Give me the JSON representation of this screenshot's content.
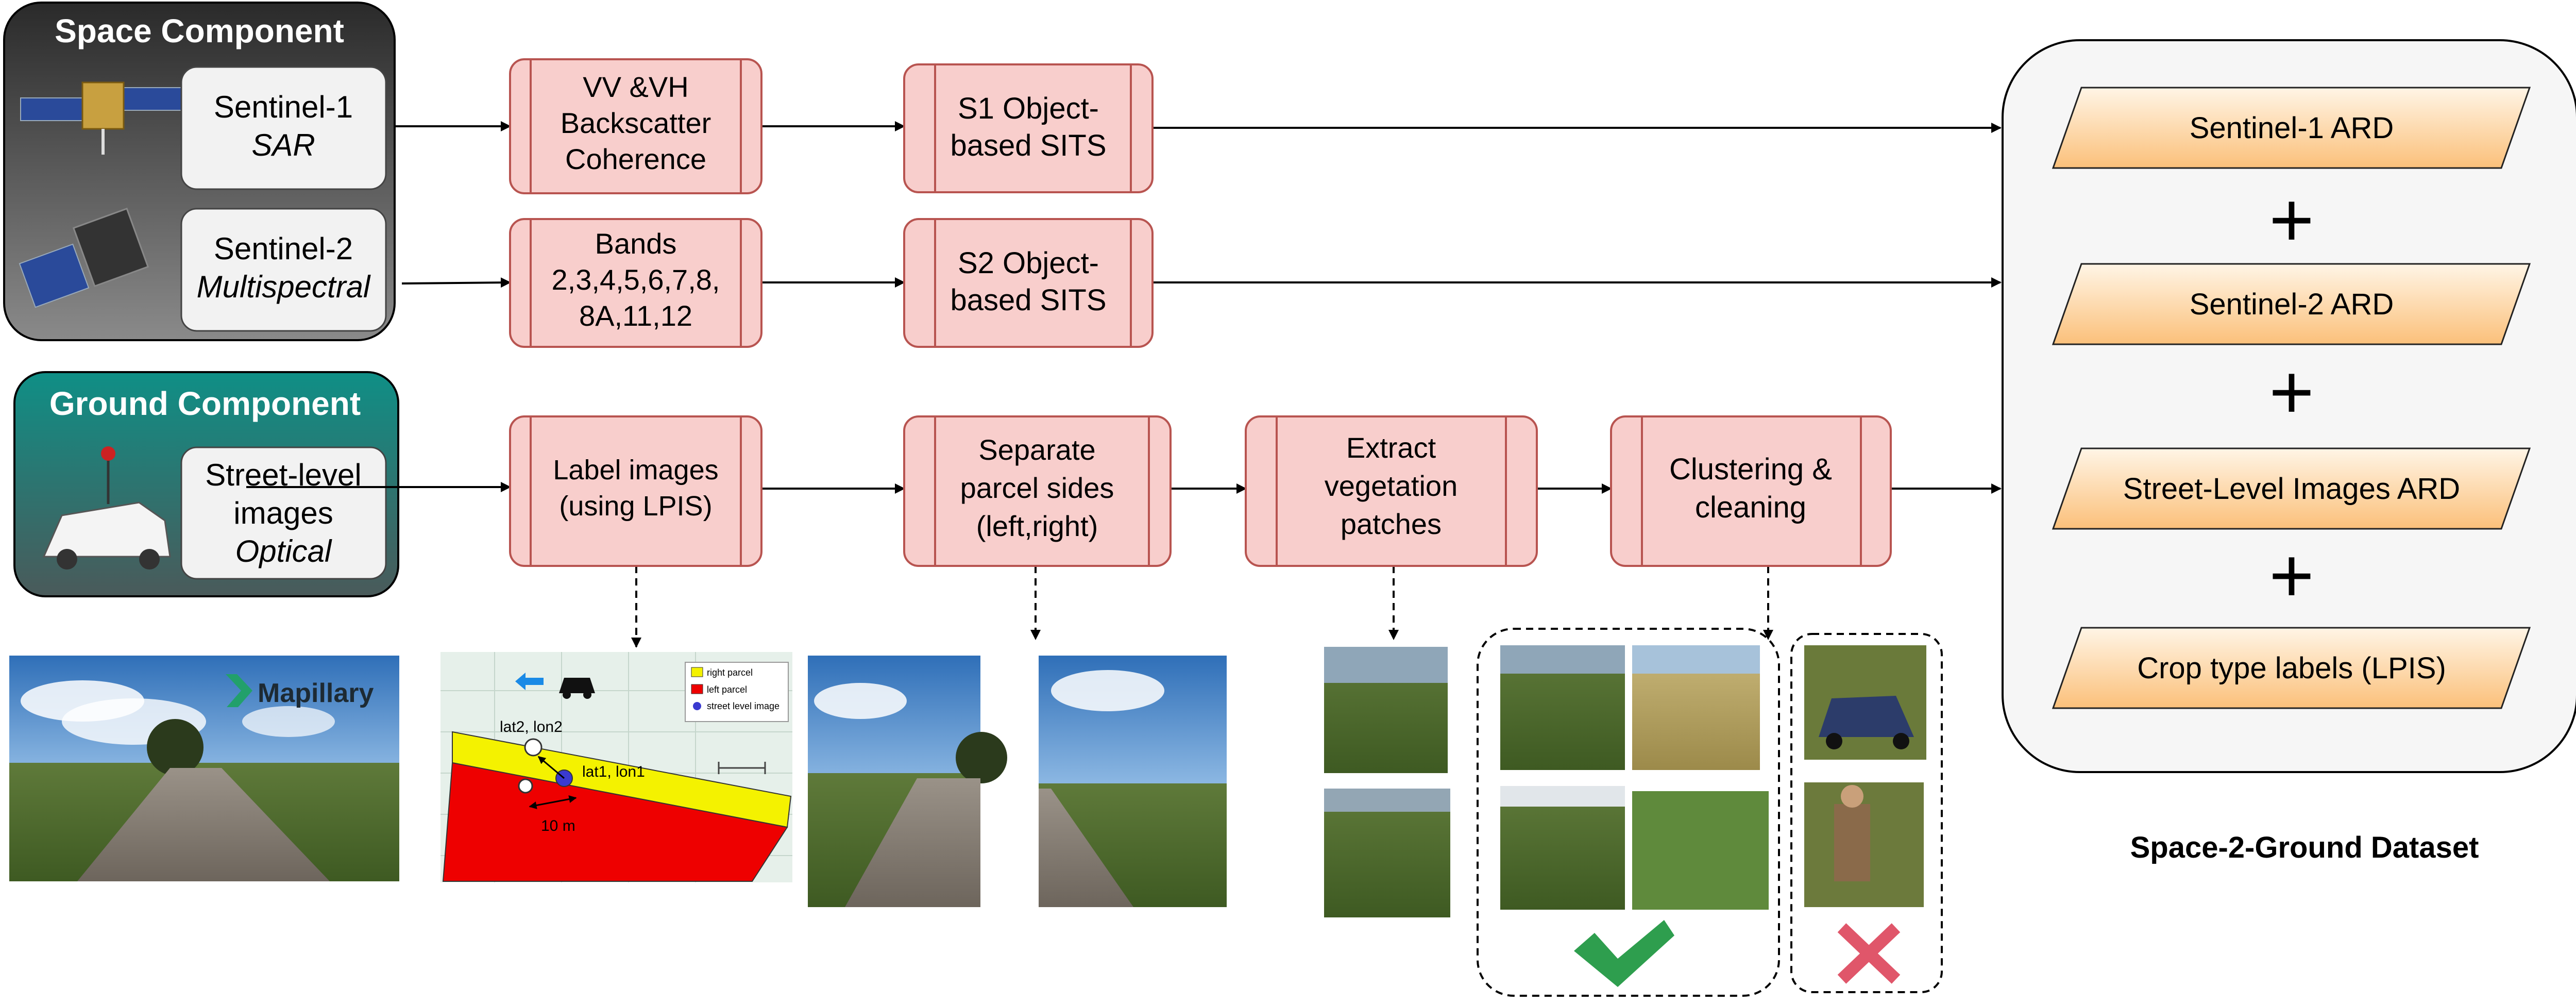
{
  "space_component": {
    "title": "Space Component",
    "sensor1": {
      "name": "Sentinel-1",
      "type": "SAR"
    },
    "sensor2": {
      "name": "Sentinel-2",
      "type": "Multispectral"
    }
  },
  "ground_component": {
    "title": "Ground Component",
    "sensor": {
      "line1": "Street-level",
      "line2": "images",
      "type": "Optical"
    }
  },
  "process_boxes": {
    "vv_vh": [
      "VV &VH",
      "Backscatter",
      "Coherence"
    ],
    "bands": [
      "Bands",
      "2,3,4,5,6,7,8,",
      "8A,11,12"
    ],
    "s1_sits": [
      "S1 Object-",
      "based SITS"
    ],
    "s2_sits": [
      "S2 Object-",
      "based SITS"
    ],
    "label_images": [
      "Label images",
      "(using LPIS)"
    ],
    "separate_sides": [
      "Separate",
      "parcel sides",
      "(left,right)"
    ],
    "extract_veg": [
      "Extract",
      "vegetation",
      "patches"
    ],
    "clustering": [
      "Clustering &",
      "cleaning"
    ]
  },
  "dataset": {
    "items": [
      "Sentinel-1 ARD",
      "Sentinel-2 ARD",
      "Street-Level Images ARD",
      "Crop type labels (LPIS)"
    ],
    "plus": "+",
    "caption": "Space-2-Ground Dataset"
  },
  "mapillary": {
    "brand": "Mapillary"
  },
  "parcel_map": {
    "legend": [
      "right parcel",
      "left parcel",
      "street level image"
    ],
    "labels": {
      "p2": "lat2, lon2",
      "p1": "lat1, lon1",
      "dist": "10 m"
    }
  },
  "colors": {
    "process_fill": "#f8cecc",
    "process_stroke": "#b85450",
    "space_teal": "#12938b",
    "dataset_fill": "#fddab0",
    "dataset_stroke": "#222222",
    "check": "#2e9e4e",
    "cross": "#e0566a"
  },
  "icons": [
    "satellite-icon",
    "car-icon",
    "check-icon",
    "cross-icon",
    "mapillary-logo-icon"
  ]
}
